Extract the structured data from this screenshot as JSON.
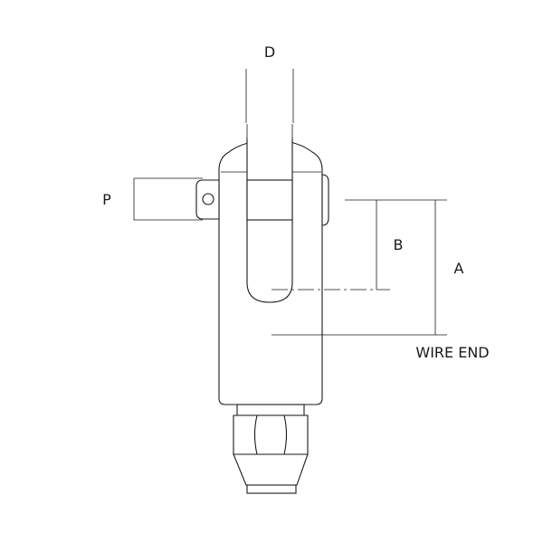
{
  "labels": {
    "d": "D",
    "p": "P",
    "b": "B",
    "a": "A",
    "wire_end": "WIRE END"
  }
}
